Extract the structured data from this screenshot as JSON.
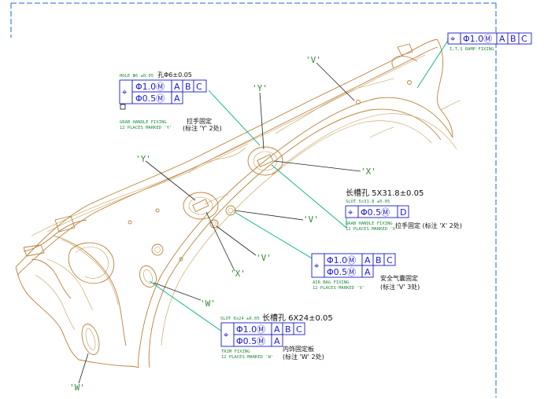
{
  "frame": {
    "border_color": "#1a6acc"
  },
  "colors": {
    "part": "#b8833a",
    "leader_green": "#00b07a",
    "frame_blue": "#1a1acc",
    "note_green": "#1f8a3a"
  },
  "labels": {
    "v_top": "'V'",
    "y_top": "'Y'",
    "y_left": "'Y'",
    "x_right": "'X'",
    "v_mid": "'V'",
    "v_center": "'V'",
    "x_center": "'X'",
    "w_mid": "'W'",
    "w_bottom": "'W'"
  },
  "fcf_top_right": {
    "symbol": "⌖",
    "tolerance": "Φ1.0Ⓜ",
    "datums": [
      "A",
      "B",
      "C"
    ],
    "note": "I,T,S RAMP FIXING"
  },
  "fcf_hole": {
    "header_en": "HOLE Φ6 ±0.05",
    "header_cn": "孔Φ6±0.05",
    "symbol": "⌖",
    "row1_tol": "Φ1.0Ⓜ",
    "row1_datums": [
      "A",
      "B",
      "C"
    ],
    "row2_tol": "Φ0.5Ⓜ",
    "row2_datums": [
      "A"
    ],
    "note_line1": "GRAB HANDLE FIXING",
    "note_line2": "12 PLACES MARKED 'Y'",
    "note_cn1": "拉手固定",
    "note_cn2": "(标注 'Y' 2处)"
  },
  "fcf_slot_x": {
    "dim_cn": "长槽孔 5X31.8±0.05",
    "dim_en": "SLOT 5x31.8 ±0.05",
    "symbol": "⌖",
    "tol": "Φ0.5Ⓜ",
    "datums": [
      "D"
    ],
    "note_line1": "GRAB HANDLE FIXING",
    "note_line2": "12 PLACES MARKED 'X'",
    "note_cn": "拉手固定  (标注 'X' 2处)"
  },
  "fcf_airbag": {
    "symbol": "⌖",
    "row1_tol": "Φ1.0Ⓜ",
    "row1_datums": [
      "A",
      "B",
      "C"
    ],
    "row2_tol": "Φ0.5Ⓜ",
    "row2_datums": [
      "A"
    ],
    "note_line1": "AIR BAG FIXING",
    "note_line2": "12 PLACES MARKED 'V'",
    "note_cn1": "安全气囊固定",
    "note_cn2": "(标注 'V' 3处)"
  },
  "fcf_slot_w": {
    "dim_en": "SLOT 6x24 ±0.05",
    "dim_cn": "长槽孔 6X24±0.05",
    "symbol": "⌖",
    "row1_tol": "Φ1.0Ⓜ",
    "row1_datums": [
      "A",
      "B",
      "C"
    ],
    "row2_tol": "Φ0.5Ⓜ",
    "row2_datums": [
      "A"
    ],
    "note_line1": "TRIM FIXING",
    "note_line2": "12 PLACES MARKED 'W'",
    "note_cn1": "内饰固定板",
    "note_cn2": "(标注 'W' 2处)"
  }
}
